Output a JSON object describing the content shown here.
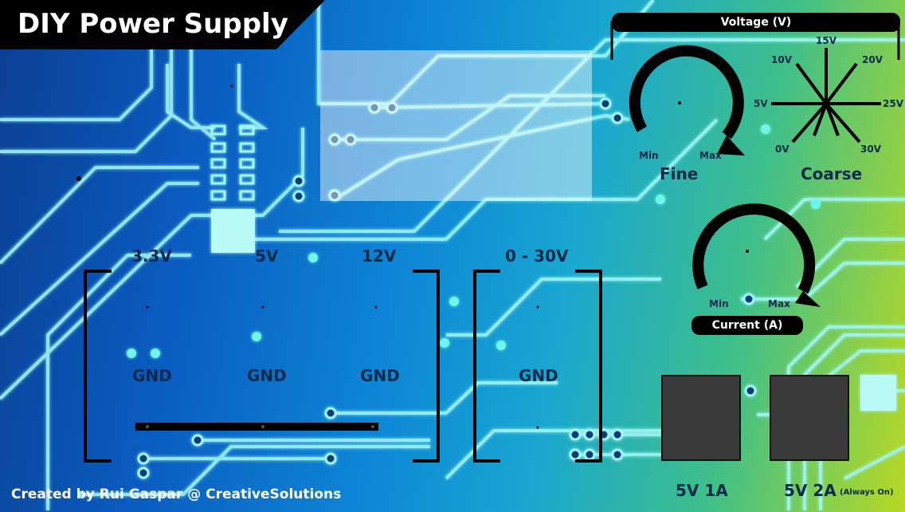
{
  "title": "DIY Power Supply",
  "footer": "Created by Rui Gaspar @ CreativeSolutions",
  "fixed_outputs": {
    "v33": "3.3V",
    "v5": "5V",
    "v12": "12V",
    "gnd": "GND"
  },
  "variable_output": {
    "label": "0 - 30V",
    "gnd": "GND"
  },
  "voltage": {
    "header": "Voltage (V)",
    "fine": {
      "label": "Fine",
      "min": "Min",
      "max": "Max"
    },
    "coarse": {
      "label": "Coarse",
      "ticks": [
        "0V",
        "5V",
        "10V",
        "15V",
        "20V",
        "25V",
        "30V"
      ]
    }
  },
  "current": {
    "label": "Current (A)",
    "min": "Min",
    "max": "Max"
  },
  "usb": {
    "port1": "5V 1A",
    "port2": "5V 2A",
    "port2_note": "(Always On)"
  },
  "colors": {
    "trace": "#9ff6f4",
    "panel_black": "#000000",
    "text_dark": "#0b2a4a"
  }
}
